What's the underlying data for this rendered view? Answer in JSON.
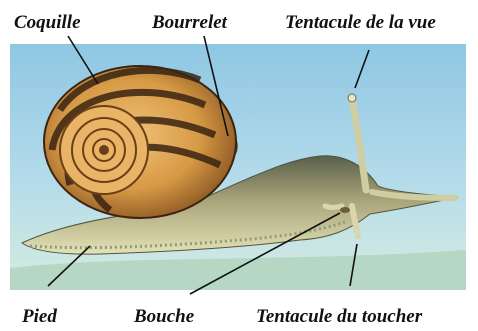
{
  "labels": {
    "coquille": "Coquille",
    "bourrelet": "Bourrelet",
    "tentacule_vue": "Tentacule de la vue",
    "pied": "Pied",
    "bouche": "Bouche",
    "tentacule_toucher": "Tentacule du toucher"
  },
  "colors": {
    "sky": "#a9d4e8",
    "ground": "#c9e3cf",
    "shell_dark": "#3a2412",
    "shell_light": "#e0a84a",
    "body": "#d5d3a3",
    "line": "#111111"
  }
}
